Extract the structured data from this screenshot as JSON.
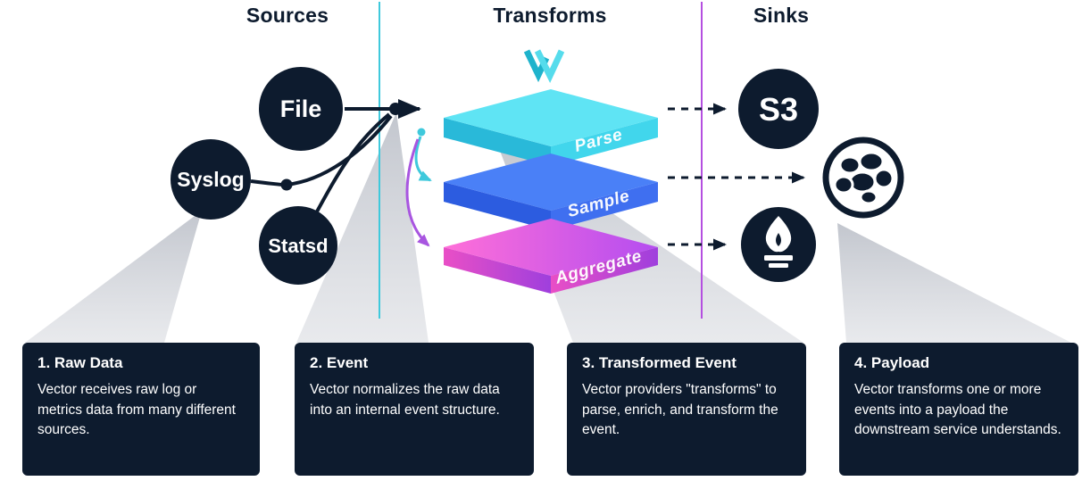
{
  "columns": {
    "sources": "Sources",
    "transforms": "Transforms",
    "sinks": "Sinks"
  },
  "sources": [
    {
      "label": "File"
    },
    {
      "label": "Syslog"
    },
    {
      "label": "Statsd"
    }
  ],
  "transforms": [
    {
      "label": "Parse"
    },
    {
      "label": "Sample"
    },
    {
      "label": "Aggregate"
    }
  ],
  "sinks": [
    {
      "label": "S3"
    },
    {
      "icon": "elasticsearch-logo"
    },
    {
      "icon": "prometheus-logo"
    }
  ],
  "callouts": [
    {
      "title": "1. Raw Data",
      "body": "Vector receives raw log or metrics data from many different sources."
    },
    {
      "title": "2. Event",
      "body": "Vector normalizes the raw data into an internal event structure."
    },
    {
      "title": "3. Transformed Event",
      "body": "Vector providers \"transforms\" to parse, enrich, and transform the event."
    },
    {
      "title": "4. Payload",
      "body": "Vector transforms one or more events into a payload the downstream service understands."
    }
  ],
  "colors": {
    "navy": "#0d1b2e",
    "teal_divider": "#3fc9dc",
    "purple_divider": "#b44fe0",
    "parse_cyan": "#5fe4f4",
    "sample_blue": "#4a80f7",
    "aggregate_magenta": "#d355e0"
  }
}
